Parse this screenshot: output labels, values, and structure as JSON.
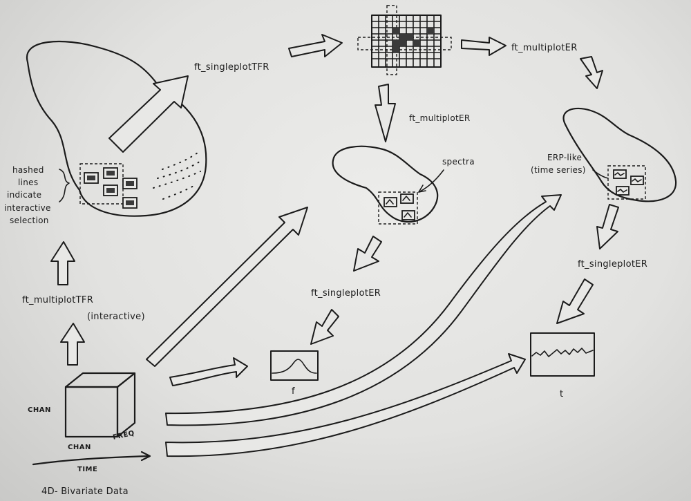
{
  "labels": {
    "singleplotTFR": "ft_singleplotTFR",
    "multiplotER_top": "ft_multiplotER",
    "multiplotER_mid": "ft_multiplotER",
    "singleplotER_mid": "ft_singleplotER",
    "singleplotER_right": "ft_singleplotER",
    "multiplotTFR": "ft_multiplotTFR",
    "interactive": "(interactive)",
    "spectra": "spectra",
    "erp_like": "ERP-like",
    "time_series": "(time series)",
    "axis_f": "f",
    "axis_t": "t",
    "cube_chan_left": "CHAN",
    "cube_chan_bottom": "CHAN",
    "cube_freq": "FREQ",
    "time_axis": "TIME",
    "data_title": "4D- Bivariate Data",
    "note_lines": [
      "hashed",
      "lines",
      "indicate",
      "interactive",
      "selection"
    ]
  }
}
